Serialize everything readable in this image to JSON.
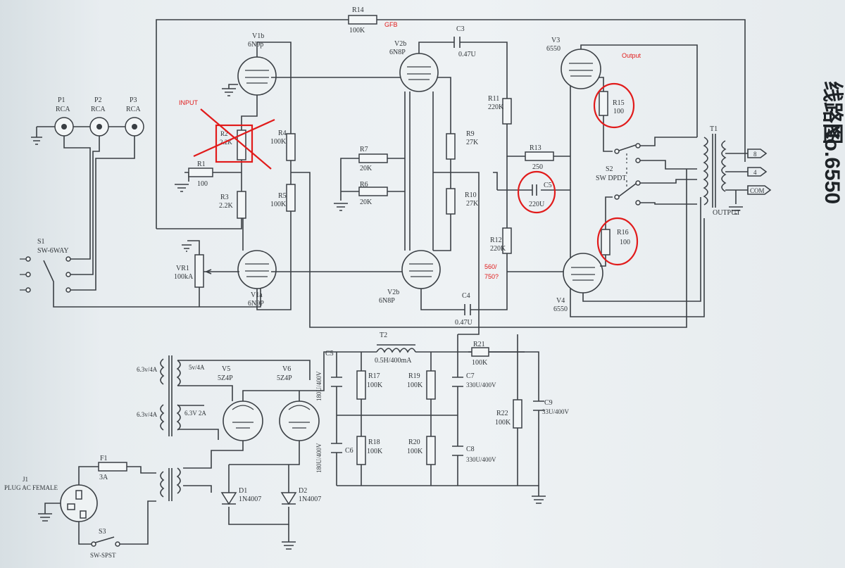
{
  "title": {
    "model": "No.6550",
    "suffix": "线路图"
  },
  "tubes": {
    "v1b": {
      "ref": "V1b",
      "type": "6N9p"
    },
    "v1a": {
      "ref": "V1a",
      "type": "6N9P"
    },
    "v2b_top": {
      "ref": "V2b",
      "type": "6N8P"
    },
    "v2b_bot": {
      "ref": "V2b",
      "type": "6N8P"
    },
    "v3": {
      "ref": "V3",
      "type": "6550"
    },
    "v4": {
      "ref": "V4",
      "type": "6550"
    },
    "v5": {
      "ref": "V5",
      "type": "5Z4P"
    },
    "v6": {
      "ref": "V6",
      "type": "5Z4P"
    }
  },
  "resistors": {
    "r1": {
      "ref": "R1",
      "value": "100"
    },
    "r3": {
      "ref": "R3",
      "value": "2.2K"
    },
    "r4": {
      "ref": "R4",
      "value": "100K"
    },
    "r5": {
      "ref": "R5",
      "value": "100K"
    },
    "r6": {
      "ref": "R6",
      "value": "20K"
    },
    "r7": {
      "ref": "R7",
      "value": "20K"
    },
    "r9": {
      "ref": "R9",
      "value": "27K"
    },
    "r10": {
      "ref": "R10",
      "value": "27K"
    },
    "r11": {
      "ref": "R11",
      "value": "220K"
    },
    "r12": {
      "ref": "R12",
      "value": "220K"
    },
    "r13": {
      "ref": "R13",
      "value": "250"
    },
    "r14": {
      "ref": "R14",
      "value": "100K"
    },
    "r15": {
      "ref": "R15",
      "value": "100"
    },
    "r16": {
      "ref": "R16",
      "value": "100"
    },
    "r17": {
      "ref": "R17",
      "value": "100K"
    },
    "r18": {
      "ref": "R18",
      "value": "100K"
    },
    "r19": {
      "ref": "R19",
      "value": "100K"
    },
    "r20": {
      "ref": "R20",
      "value": "100K"
    },
    "r21": {
      "ref": "R21",
      "value": "100K"
    },
    "r22": {
      "ref": "R22",
      "value": "100K"
    },
    "r2": {
      "ref": "R2",
      "value": "2.2K"
    }
  },
  "capacitors": {
    "c3": {
      "ref": "C3",
      "value": "0.47U"
    },
    "c4": {
      "ref": "C4",
      "value": "0.47U"
    },
    "c5a": {
      "ref": "C5",
      "value": "220U"
    },
    "c5b": {
      "ref": "C5",
      "value": "180U/400V"
    },
    "c6": {
      "ref": "C6",
      "value": "180U/400V"
    },
    "c7": {
      "ref": "C7",
      "value": "330U/400V"
    },
    "c8": {
      "ref": "C8",
      "value": "330U/400V"
    },
    "c9": {
      "ref": "C9",
      "value": "33U/400V"
    }
  },
  "connectors": {
    "p1": {
      "ref": "P1",
      "type": "RCA"
    },
    "p2": {
      "ref": "P2",
      "type": "RCA"
    },
    "p3": {
      "ref": "P3",
      "type": "RCA"
    },
    "s1": {
      "ref": "S1",
      "type": "SW-6WAY"
    },
    "s2": {
      "ref": "S2",
      "type": "SW DPDT"
    },
    "s3": {
      "ref": "S3",
      "type": "SW-SPST"
    },
    "j1": {
      "ref": "J1",
      "type": "PLUG AC FEMALE"
    },
    "f1": {
      "ref": "F1",
      "value": "3A"
    },
    "vr1": {
      "ref": "VR1",
      "value": "100kA"
    },
    "t1": {
      "ref": "T1",
      "label": "OUTPUT"
    },
    "t2": {
      "ref": "T2",
      "value": "0.5H/400mA"
    },
    "d1": {
      "ref": "D1",
      "type": "1N4007"
    },
    "d2": {
      "ref": "D2",
      "type": "1N4007"
    },
    "taps": [
      "8",
      "4",
      "COM"
    ]
  },
  "power_transformer": {
    "w1": "6.3v/4A",
    "w2": "6.3v/4A",
    "w3": "5v/4A",
    "w4": "6.3V 2A"
  },
  "annotations": {
    "input": "INPUT",
    "gfb": "GFB",
    "output": "Output",
    "r_note_1": "560/",
    "r_note_2": "750?"
  },
  "colors": {
    "ink": "#3a3f44",
    "annotation": "#e11b1b",
    "paper": "#eef2f4"
  }
}
